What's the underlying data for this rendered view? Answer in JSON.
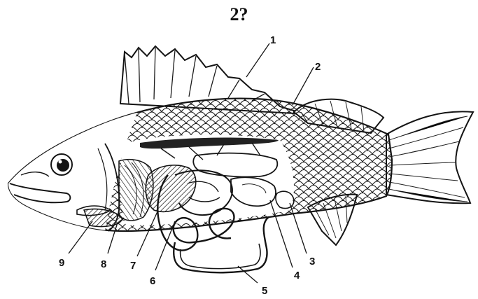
{
  "title": "2?",
  "labels": [
    "1",
    "2",
    "3",
    "4",
    "5",
    "6",
    "7",
    "8",
    "9"
  ]
}
